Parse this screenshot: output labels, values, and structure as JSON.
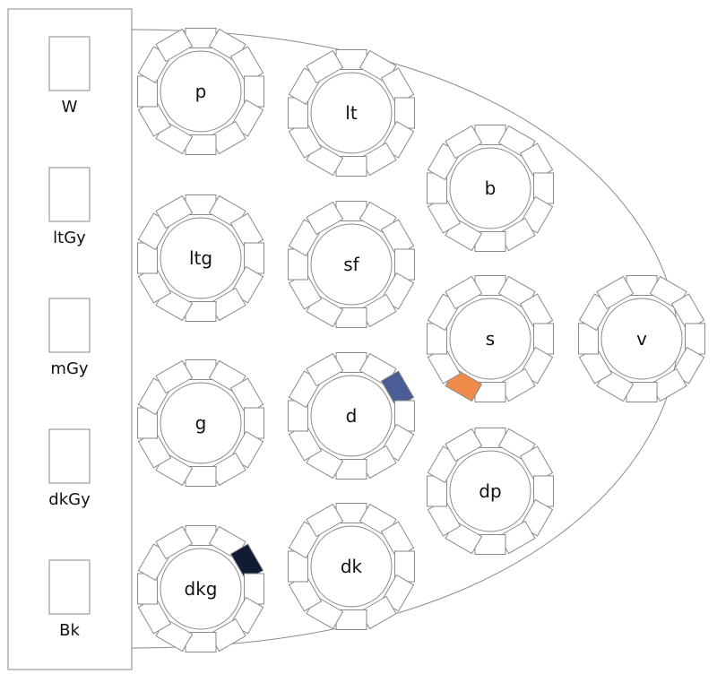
{
  "colors": {
    "seat_default": "#ffffff",
    "outline": "#8a8a8a",
    "highlight_orange": "#f08a4b",
    "highlight_blue": "#4a5e95",
    "highlight_navy": "#111b33"
  },
  "swatches": [
    {
      "label": "W"
    },
    {
      "label": "ltGy"
    },
    {
      "label": "mGy"
    },
    {
      "label": "dkGy"
    },
    {
      "label": "Bk"
    }
  ],
  "tables": [
    {
      "label": "p",
      "seats": 12,
      "highlight": null
    },
    {
      "label": "lt",
      "seats": 12,
      "highlight": null
    },
    {
      "label": "b",
      "seats": 12,
      "highlight": null
    },
    {
      "label": "ltg",
      "seats": 12,
      "highlight": null
    },
    {
      "label": "sf",
      "seats": 12,
      "highlight": null
    },
    {
      "label": "s",
      "seats": 12,
      "highlight": {
        "seat": 7,
        "color": "#f08a4b"
      }
    },
    {
      "label": "v",
      "seats": 12,
      "highlight": null
    },
    {
      "label": "g",
      "seats": 12,
      "highlight": null
    },
    {
      "label": "d",
      "seats": 12,
      "highlight": {
        "seat": 2,
        "color": "#4a5e95"
      }
    },
    {
      "label": "dp",
      "seats": 12,
      "highlight": null
    },
    {
      "label": "dkg",
      "seats": 12,
      "highlight": {
        "seat": 2,
        "color": "#111b33"
      }
    },
    {
      "label": "dk",
      "seats": 12,
      "highlight": null
    }
  ]
}
